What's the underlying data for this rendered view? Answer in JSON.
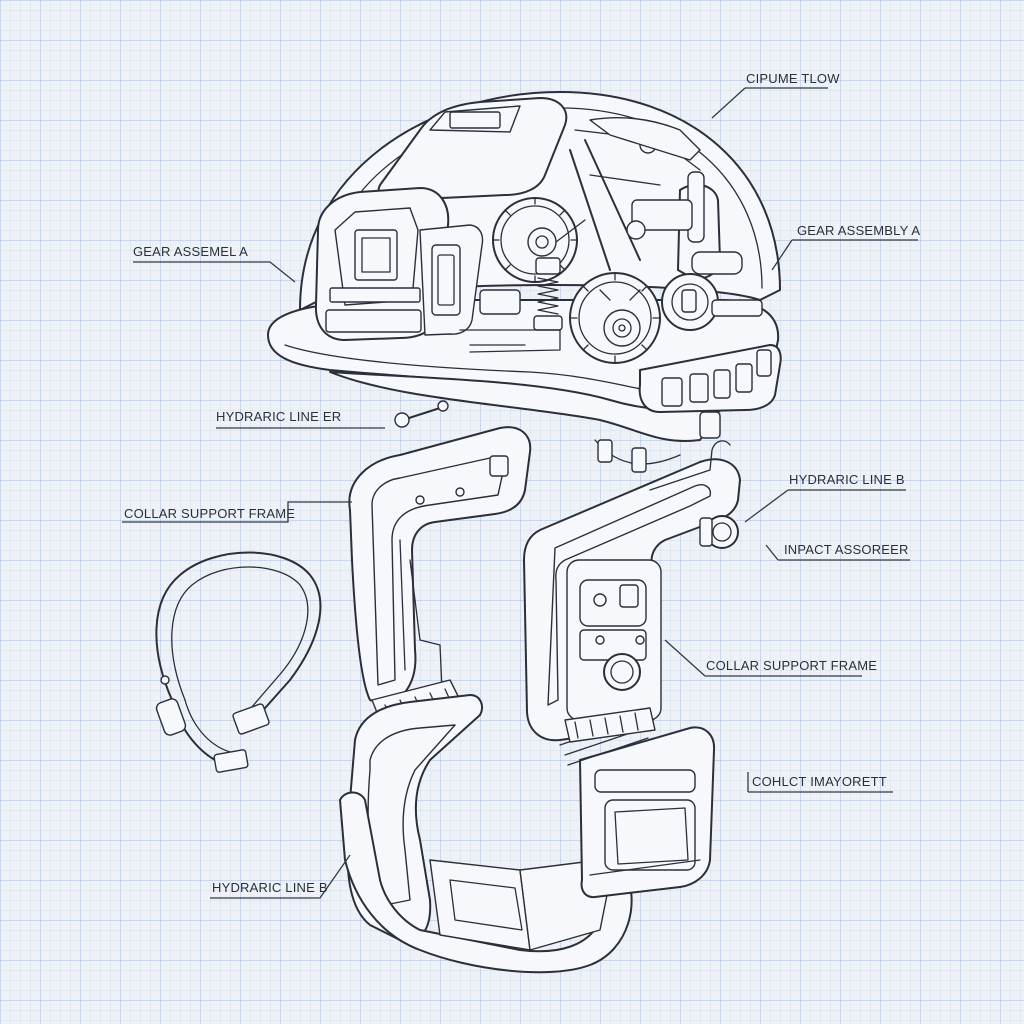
{
  "labels": {
    "top_right": "CIPUME TLOW",
    "gear_left": "GEAR ASSEMEL A",
    "gear_right": "GEAR ASSEMBLY A",
    "hydraulic_er": "HYDRARIC LINE ER",
    "hydraulic_b_right": "HYDRARIC LINE B",
    "collar_left": "COLLAR SUPPORT FRAME",
    "impact": "INPACT ASSOREER",
    "collar_right": "COLLAR SUPPORT FRAME",
    "contact": "COHLCT IMAYORETT",
    "hydraulic_b_bottom": "HYDRARIC LINE B"
  },
  "colors": {
    "ink": "#2b2f3a",
    "paper": "#eef2f7",
    "grid": "#7896c8"
  }
}
